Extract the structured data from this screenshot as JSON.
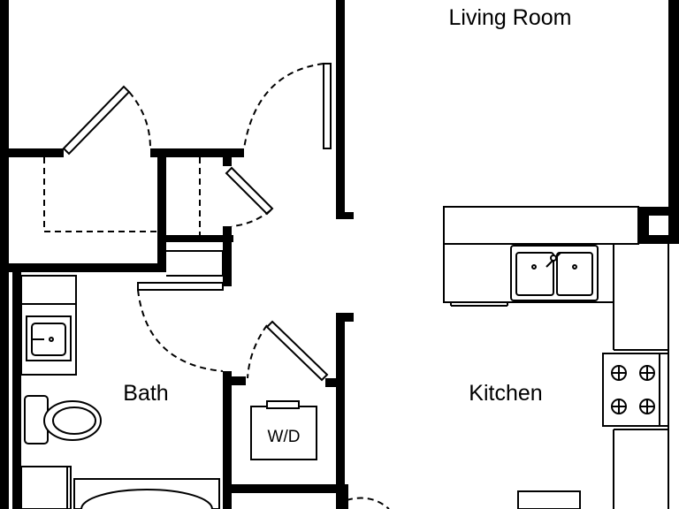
{
  "rooms": {
    "living_room": "Living Room",
    "bath": "Bath",
    "kitchen": "Kitchen"
  },
  "appliances": {
    "washer_dryer": "W/D"
  },
  "colors": {
    "wall": "#000000",
    "background": "#ffffff"
  }
}
